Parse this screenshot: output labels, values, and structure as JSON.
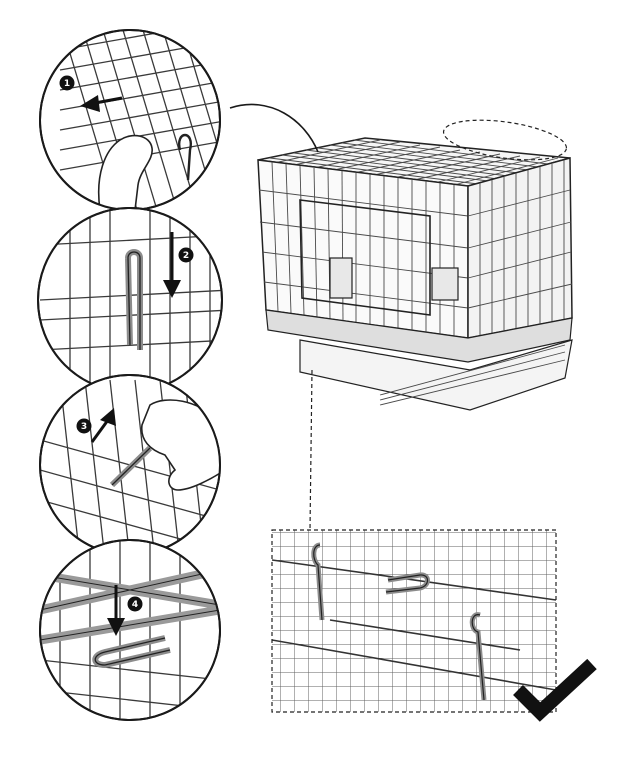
{
  "steps": [
    {
      "number": "1",
      "action": "pull-left"
    },
    {
      "number": "2",
      "action": "push-down"
    },
    {
      "number": "3",
      "action": "lift-up"
    },
    {
      "number": "4",
      "action": "press-down"
    }
  ],
  "result": {
    "icon": "check-icon"
  },
  "colors": {
    "line": "#1a1a1a",
    "wire": "#3a3a3a",
    "highlight_wire": "#9a9a9a",
    "background": "#ffffff"
  }
}
